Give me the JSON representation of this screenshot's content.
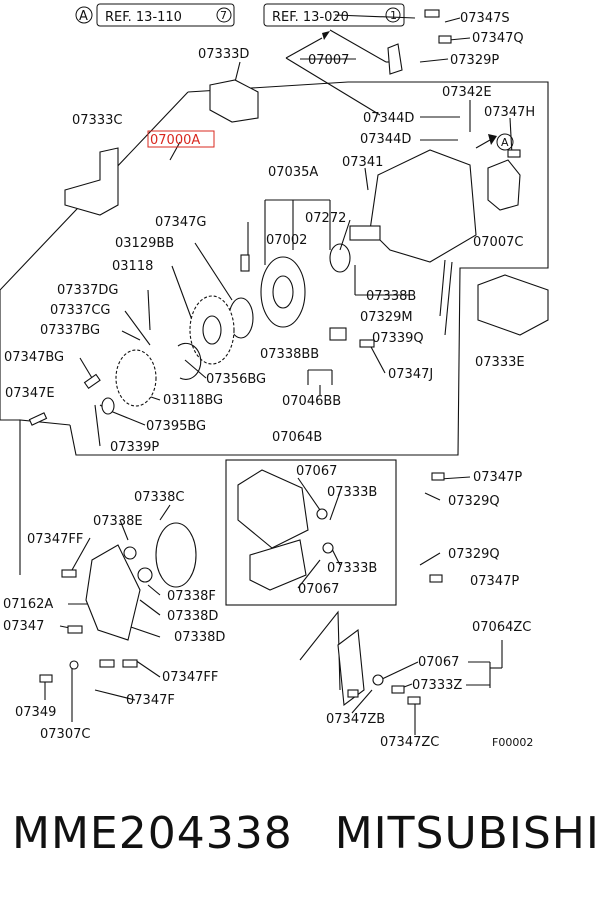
{
  "refs": {
    "a_letter": "A",
    "ref1": "REF. 13-110",
    "ref1_circle": "7",
    "ref2": "REF. 13-020",
    "ref2_circle": "1"
  },
  "labels": {
    "l07347S": "07347S",
    "l07347Q": "07347Q",
    "l07007": "07007",
    "l07329P": "07329P",
    "l07333D": "07333D",
    "l07342E": "07342E",
    "l07344D_1": "07344D",
    "l07347H": "07347H",
    "l07333C": "07333C",
    "l07000A": "07000A",
    "l07344D_2": "07344D",
    "l07341": "07341",
    "l07035A": "07035A",
    "l07272": "07272",
    "l07347G": "07347G",
    "l07002": "07002",
    "l07007C": "07007C",
    "l03129BB": "03129BB",
    "l03118": "03118",
    "l07337DG": "07337DG",
    "l07338B": "07338B",
    "l07337CG": "07337CG",
    "l07329M": "07329M",
    "l07337BG": "07337BG",
    "l07339Q": "07339Q",
    "l07338BB": "07338BB",
    "l07347BG": "07347BG",
    "l07333E": "07333E",
    "l07356BG": "07356BG",
    "l07347J": "07347J",
    "l07347E": "07347E",
    "l03118BG": "03118BG",
    "l07046BB": "07046BB",
    "l07395BG": "07395BG",
    "l07339P": "07339P",
    "l07064B": "07064B",
    "l07067_1": "07067",
    "l07347P_1": "07347P",
    "l07338C": "07338C",
    "l07333B_1": "07333B",
    "l07329Q_1": "07329Q",
    "l07338E": "07338E",
    "l07347FF_1": "07347FF",
    "l07329Q_2": "07329Q",
    "l07333B_2": "07333B",
    "l07347P_2": "07347P",
    "l07067_2": "07067",
    "l07338F": "07338F",
    "l07162A": "07162A",
    "l07338D_1": "07338D",
    "l07347": "07347",
    "l07338D_2": "07338D",
    "l07064ZC": "07064ZC",
    "l07067_3": "07067",
    "l07347FF_2": "07347FF",
    "l07333Z": "07333Z",
    "l07347F": "07347F",
    "l07349": "07349",
    "l07347ZB": "07347ZB",
    "l07307C": "07307C",
    "l07347ZC": "07347ZC",
    "l_fig": "F00002"
  },
  "caption": {
    "part_number": "MME204338",
    "brand": "MITSUBISHI"
  },
  "colors": {
    "highlight": "#d9281f",
    "line": "#111111"
  }
}
